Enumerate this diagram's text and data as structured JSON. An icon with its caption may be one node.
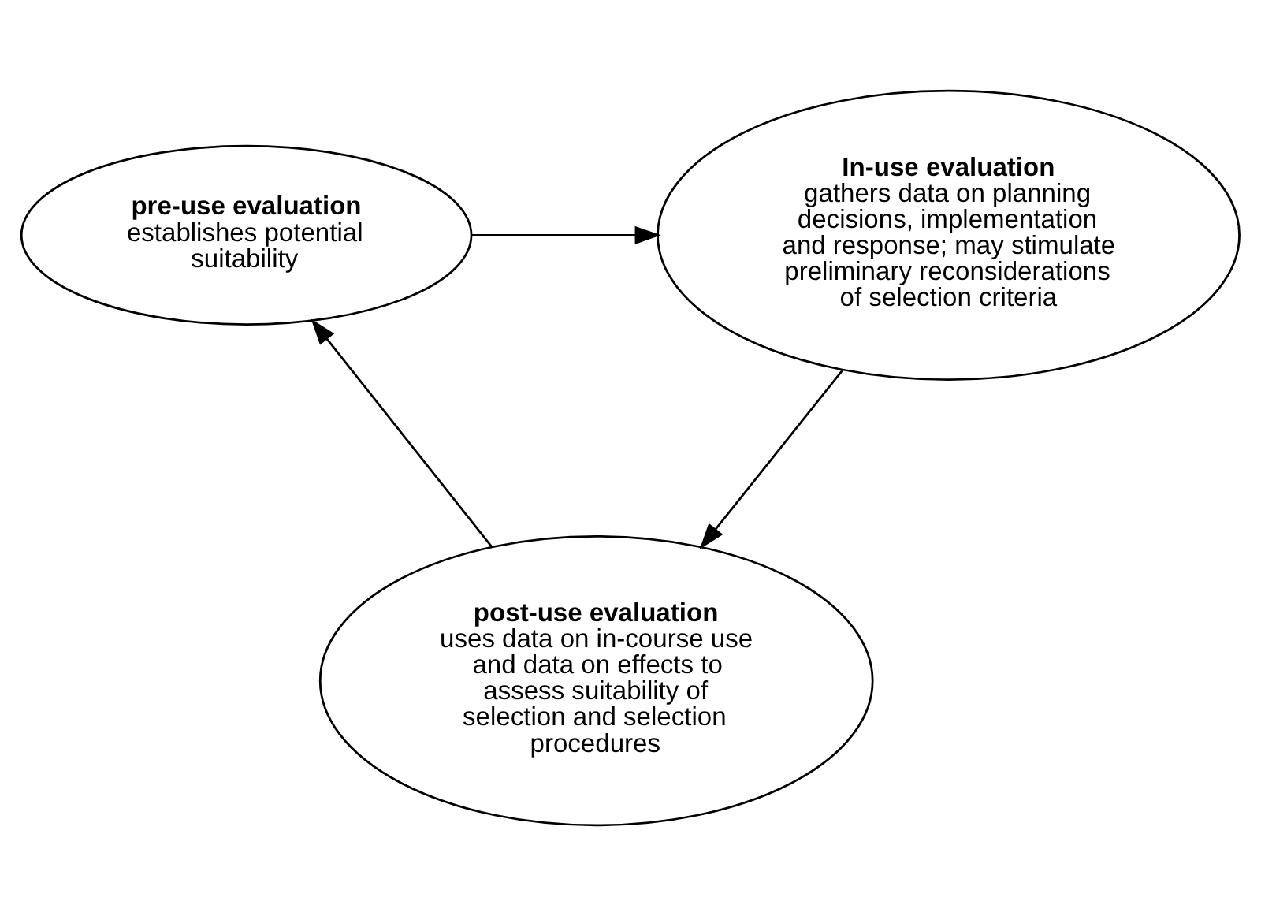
{
  "diagram": {
    "nodes": [
      {
        "text": [
          "pre-use evaluation",
          "establishes potential suitability"
        ]
      },
      {
        "text": [
          "In-use evaluation",
          "gathers data on planning decisions, implementation and response; may stimulate preliminary reconsiderations of selection criteria"
        ]
      },
      {
        "text": [
          "post-use evaluation",
          "uses data on in-course use and data on effects to assess suitability of selection and selection procedures"
        ]
      }
    ],
    "edges": [
      {
        "from": 0,
        "to": 1,
        "arrow": "to"
      },
      {
        "from": 1,
        "to": 2,
        "arrow": "to"
      },
      {
        "from": 2,
        "to": 0,
        "arrow": "to"
      }
    ]
  }
}
